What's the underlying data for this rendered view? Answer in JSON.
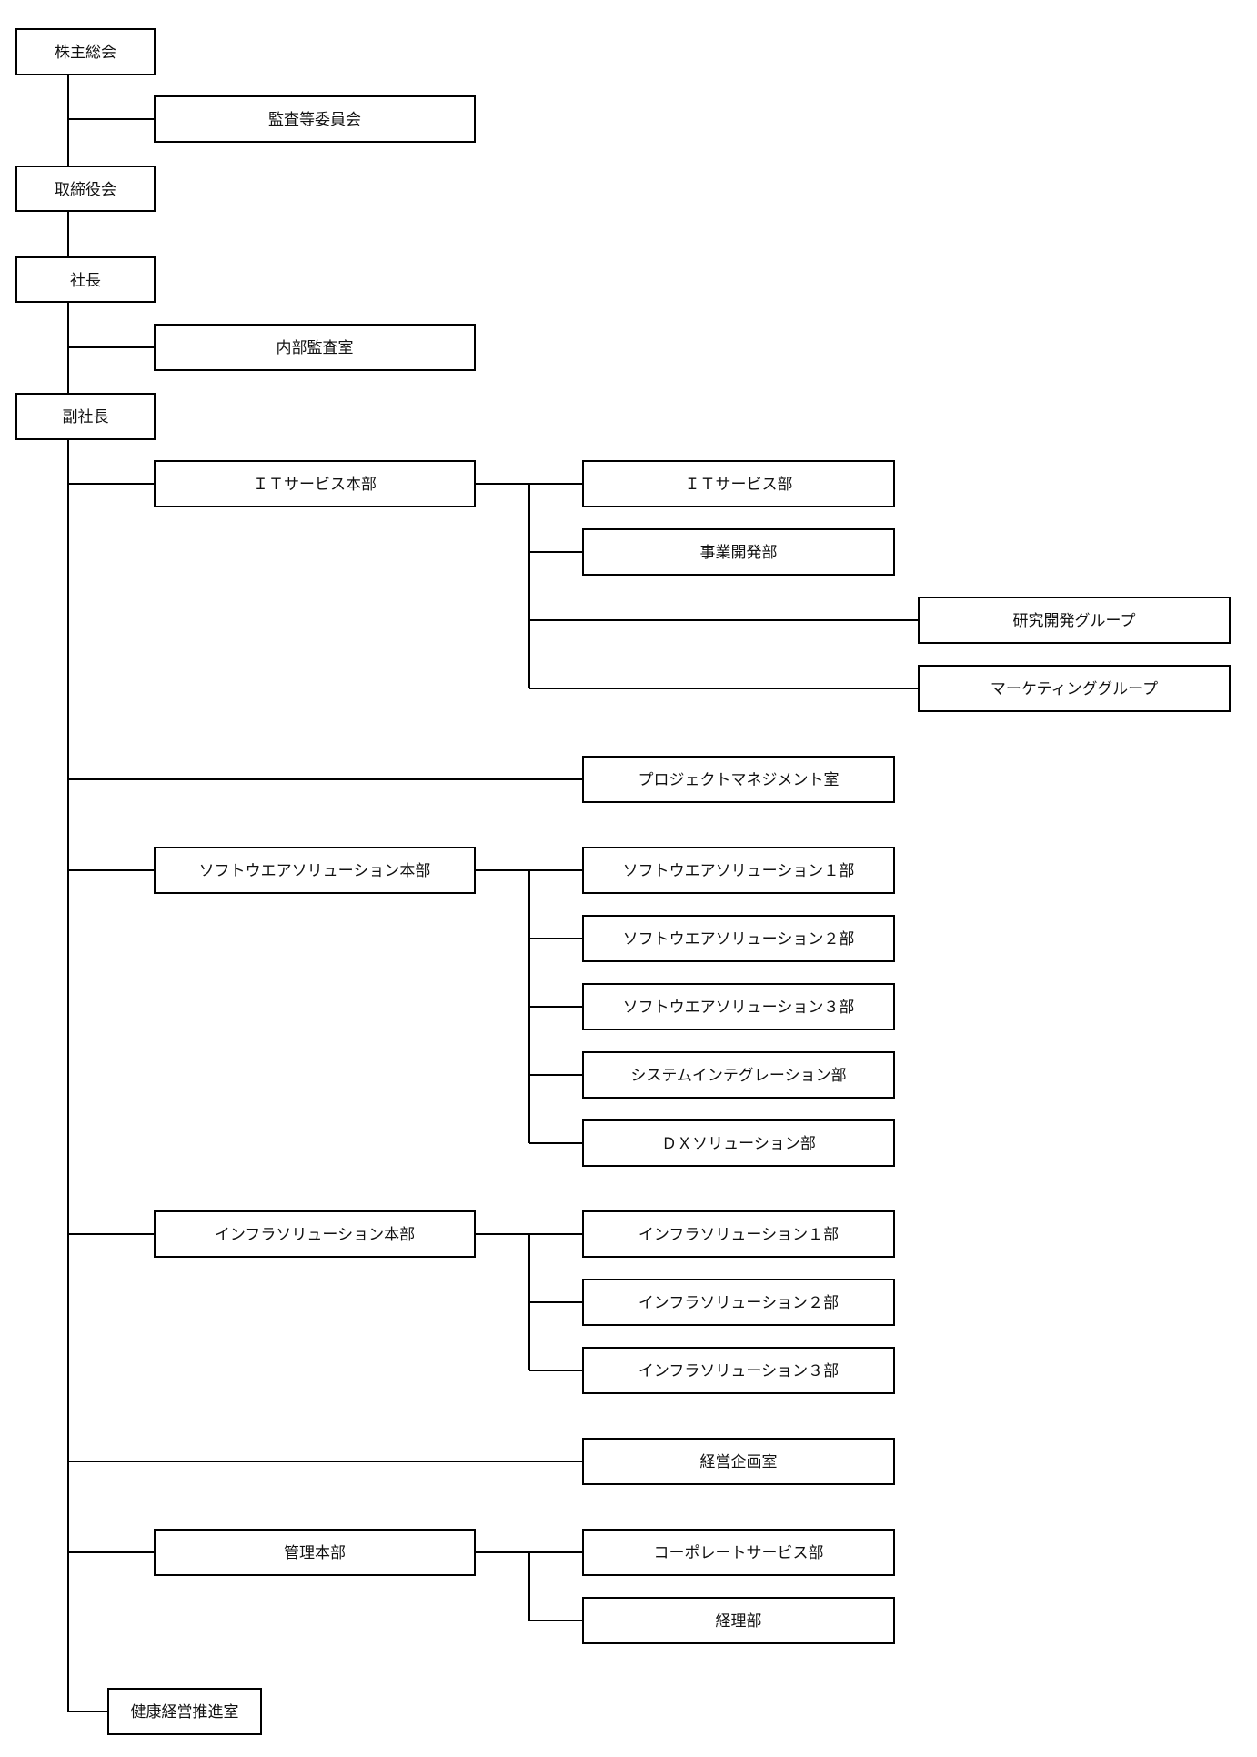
{
  "org_chart": {
    "nodes": {
      "shareholders_meeting": "株主総会",
      "audit_committee": "監査等委員会",
      "board": "取締役会",
      "president": "社長",
      "internal_audit": "内部監査室",
      "vice_president": "副社長",
      "it_service_hq": "ＩＴサービス本部",
      "it_service_dept": "ＩＴサービス部",
      "business_dev_dept": "事業開発部",
      "rnd_group": "研究開発グループ",
      "marketing_group": "マーケティンググループ",
      "pm_office": "プロジェクトマネジメント室",
      "software_hq": "ソフトウエアソリューション本部",
      "software_1": "ソフトウエアソリューション１部",
      "software_2": "ソフトウエアソリューション２部",
      "software_3": "ソフトウエアソリューション３部",
      "system_integration": "システムインテグレーション部",
      "dx_solution": "ＤＸソリューション部",
      "infra_hq": "インフラソリューション本部",
      "infra_1": "インフラソリューション１部",
      "infra_2": "インフラソリューション２部",
      "infra_3": "インフラソリューション３部",
      "corporate_planning": "経営企画室",
      "admin_hq": "管理本部",
      "corporate_service": "コーポレートサービス部",
      "accounting": "経理部",
      "health_management": "健康経営推進室"
    },
    "edges": [
      [
        "shareholders_meeting",
        "audit_committee"
      ],
      [
        "shareholders_meeting",
        "board"
      ],
      [
        "board",
        "president"
      ],
      [
        "president",
        "internal_audit"
      ],
      [
        "president",
        "vice_president"
      ],
      [
        "vice_president",
        "it_service_hq"
      ],
      [
        "it_service_hq",
        "it_service_dept"
      ],
      [
        "it_service_hq",
        "business_dev_dept"
      ],
      [
        "it_service_hq",
        "rnd_group"
      ],
      [
        "it_service_hq",
        "marketing_group"
      ],
      [
        "vice_president",
        "pm_office"
      ],
      [
        "vice_president",
        "software_hq"
      ],
      [
        "software_hq",
        "software_1"
      ],
      [
        "software_hq",
        "software_2"
      ],
      [
        "software_hq",
        "software_3"
      ],
      [
        "software_hq",
        "system_integration"
      ],
      [
        "software_hq",
        "dx_solution"
      ],
      [
        "vice_president",
        "infra_hq"
      ],
      [
        "infra_hq",
        "infra_1"
      ],
      [
        "infra_hq",
        "infra_2"
      ],
      [
        "infra_hq",
        "infra_3"
      ],
      [
        "vice_president",
        "corporate_planning"
      ],
      [
        "vice_president",
        "admin_hq"
      ],
      [
        "admin_hq",
        "corporate_service"
      ],
      [
        "admin_hq",
        "accounting"
      ],
      [
        "vice_president",
        "health_management"
      ]
    ]
  }
}
